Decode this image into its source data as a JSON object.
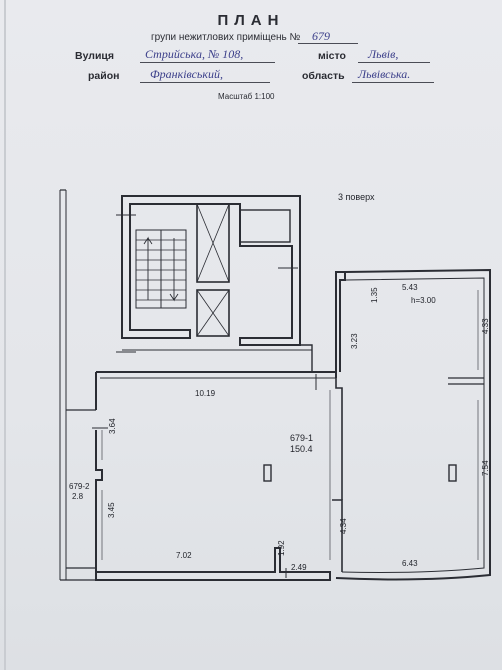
{
  "header": {
    "title": "ПЛАН",
    "subtitle": "групи нежитлових приміщень №",
    "group_number": "679",
    "street_label": "Вулиця",
    "street_value": "Стрийська, № 108,",
    "city_label": "місто",
    "city_value": "Львів,",
    "district_label": "район",
    "district_value": "Франківський,",
    "region_label": "область",
    "region_value": "Львівська.",
    "scale": "Масштаб 1:100"
  },
  "plan": {
    "floor": "3 поверх",
    "height": "h=3.00",
    "room_main_number": "679-1",
    "room_main_area": "150.4",
    "room_small_number": "679-2",
    "room_small_area": "2.8",
    "dims": {
      "d_543": "5.43",
      "d_135": "1.35",
      "d_323": "3.23",
      "d_433": "4.33",
      "d_1019": "10.19",
      "d_364": "3.64",
      "d_345": "3.45",
      "d_702": "7.02",
      "d_192": "1.92",
      "d_249": "2.49",
      "d_434": "4.34",
      "d_643": "6.43",
      "d_754": "7.54"
    }
  }
}
